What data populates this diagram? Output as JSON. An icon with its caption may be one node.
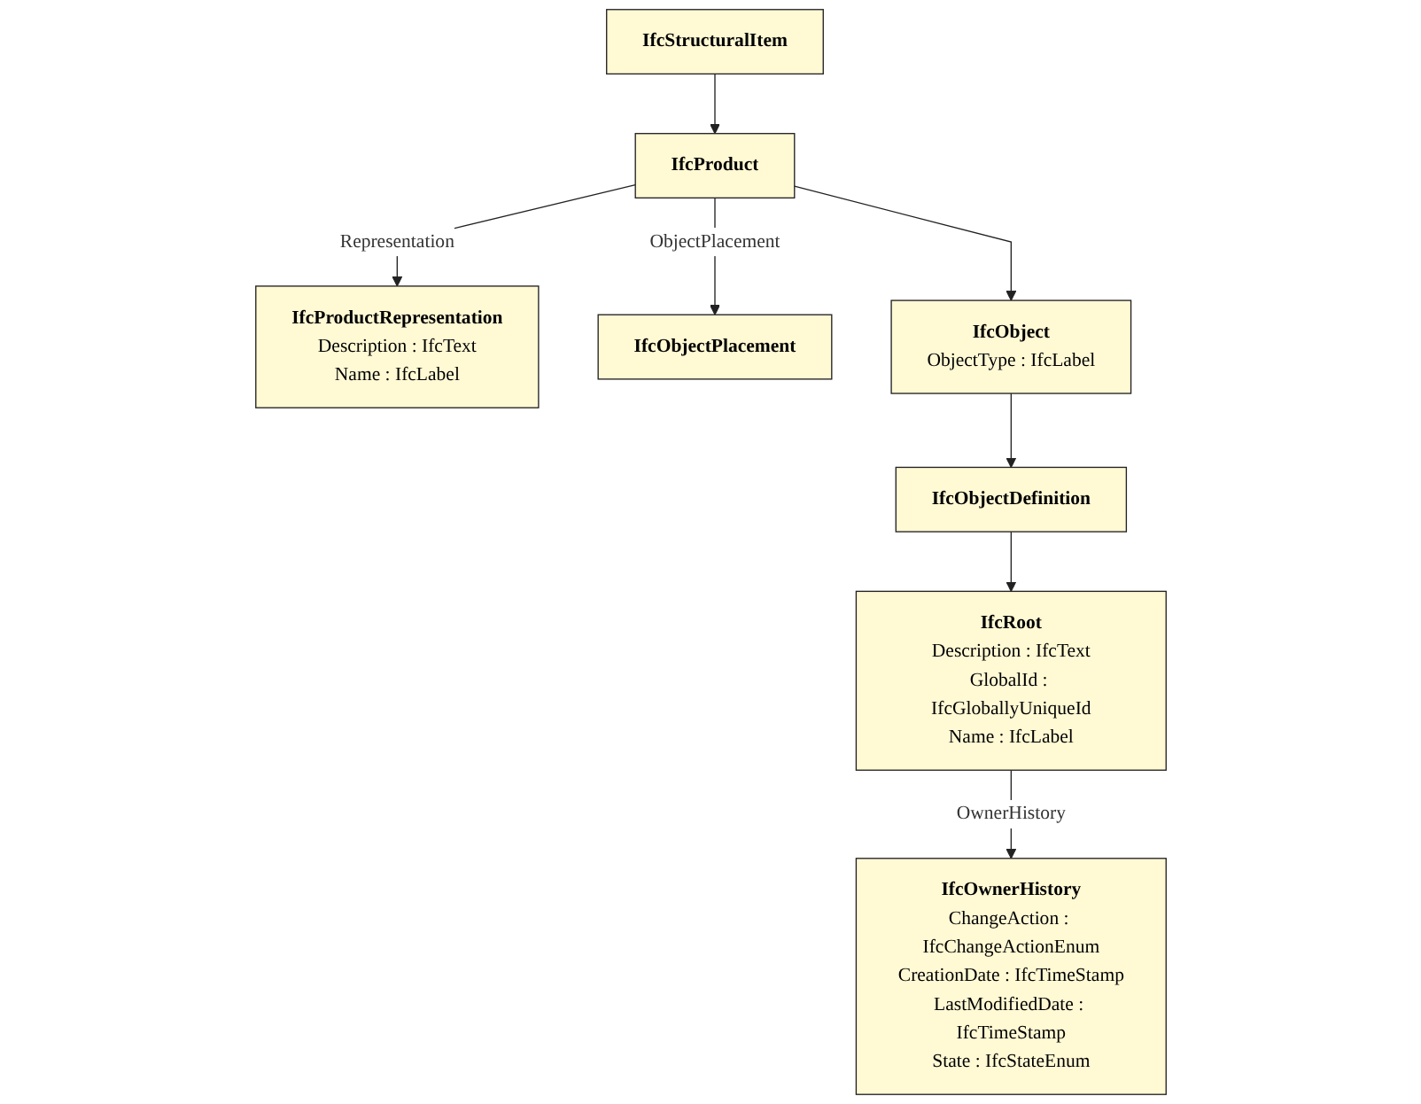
{
  "diagram": {
    "nodes": [
      {
        "text": [
          "IfcStructuralItem"
        ]
      },
      {
        "text": [
          "IfcProduct"
        ]
      },
      {
        "text": [
          "IfcProductRepresentation",
          "Description : IfcText",
          "Name : IfcLabel"
        ]
      },
      {
        "text": [
          "IfcObjectPlacement"
        ]
      },
      {
        "text": [
          "IfcObject",
          "ObjectType : IfcLabel"
        ]
      },
      {
        "text": [
          "IfcOwnerHistory",
          "ChangeAction : IfcChangeActionEnum",
          "CreationDate : IfcTimeStamp",
          "LastModifiedDate : IfcTimeStamp",
          "State : IfcStateEnum"
        ]
      },
      {
        "text": [
          "IfcObjectDefinition"
        ]
      },
      {
        "text": [
          "IfcRoot",
          "Description : IfcText",
          "GlobalId : IfcGloballyUniqueId",
          "Name : IfcLabel"
        ]
      }
    ],
    "edges": [
      {
        "from": 0,
        "to": 1,
        "arrow": "to"
      },
      {
        "from": 1,
        "to": 2,
        "arrow": "to",
        "label": "Representation"
      },
      {
        "from": 1,
        "to": 3,
        "arrow": "to",
        "label": "ObjectPlacement"
      },
      {
        "from": 1,
        "to": 4,
        "arrow": "to"
      },
      {
        "from": 4,
        "to": 6,
        "arrow": "to"
      },
      {
        "from": 6,
        "to": 7,
        "arrow": "to"
      },
      {
        "from": 7,
        "to": 5,
        "arrow": "to",
        "label": "OwnerHistory"
      }
    ]
  }
}
